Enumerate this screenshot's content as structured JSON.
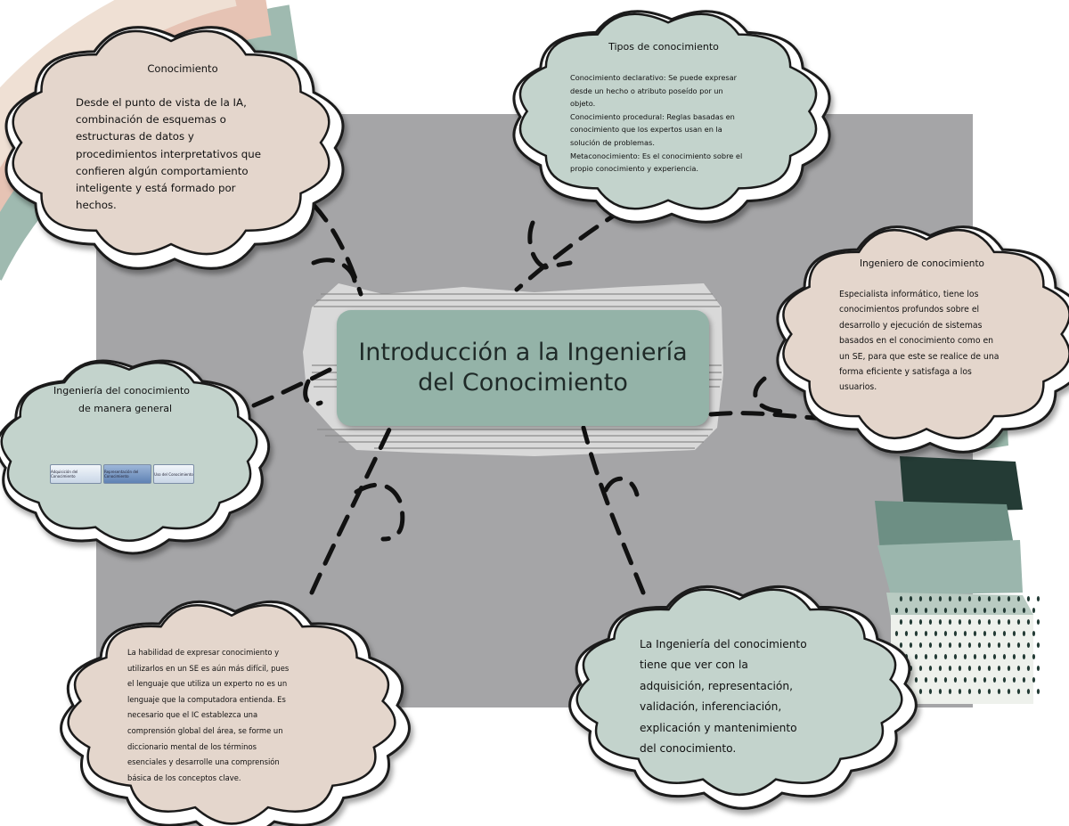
{
  "diagram": {
    "title_line1": "Introducción a la Ingeniería",
    "title_line2": "del Conocimiento",
    "colors": {
      "panel": "#a5a5a7",
      "beige_cloud": "#e4d6cc",
      "sage_cloud": "#c3d3cc",
      "title_box": "#94b3a8",
      "dark_green": "#233b35"
    },
    "nodes": {
      "conocimiento": {
        "heading": "Conocimiento",
        "lines": [
          "Desde el punto de vista de la IA,",
          "combinación de esquemas o",
          "estructuras de datos y",
          "procedimientos interpretativos que",
          "confieren algún comportamiento",
          "inteligente y está formado por",
          "hechos."
        ]
      },
      "tipos": {
        "heading": "Tipos de conocimiento",
        "lines": [
          "Conocimiento declarativo: Se puede expresar",
          "desde un hecho o atributo poseído por un",
          "objeto.",
          "Conocimiento procedural: Reglas basadas en",
          "conocimiento que los expertos usan en la",
          "solución de problemas.",
          "Metaconocimiento: Es el conocimiento sobre el",
          "propio conocimiento y experiencia."
        ]
      },
      "ingeniero": {
        "heading": "Ingeniero de conocimiento",
        "lines": [
          "Especialista informático, tiene los",
          "conocimientos profundos sobre el",
          "desarrollo y ejecución de sistemas",
          "basados en el conocimiento como en",
          "un SE, para que este se realice de una",
          "forma eficiente y satisfaga a los",
          "usuarios."
        ]
      },
      "general": {
        "heading_line1": "Ingeniería del conocimiento",
        "heading_line2": "de manera general",
        "process_steps": [
          "Adquisición del Conocimiento",
          "Representación del Conocimiento",
          "Uso del Conocimiento"
        ]
      },
      "habilidad": {
        "lines": [
          "La habilidad de expresar conocimiento y",
          "utilizarlos en un SE es aún más difícil, pues",
          "el lenguaje que utiliza un experto no es un",
          "lenguaje que la computadora entienda. Es",
          "necesario que el IC establezca una",
          "comprensión global del área, se forme un",
          "diccionario mental de los términos",
          "esenciales y desarrolle una comprensión",
          "básica de los conceptos clave."
        ]
      },
      "adquisicion": {
        "lines": [
          "La Ingeniería del conocimiento",
          "tiene que ver con la",
          "adquisición, representación,",
          "validación, inferenciación,",
          "explicación y mantenimiento",
          "del conocimiento."
        ]
      }
    }
  }
}
